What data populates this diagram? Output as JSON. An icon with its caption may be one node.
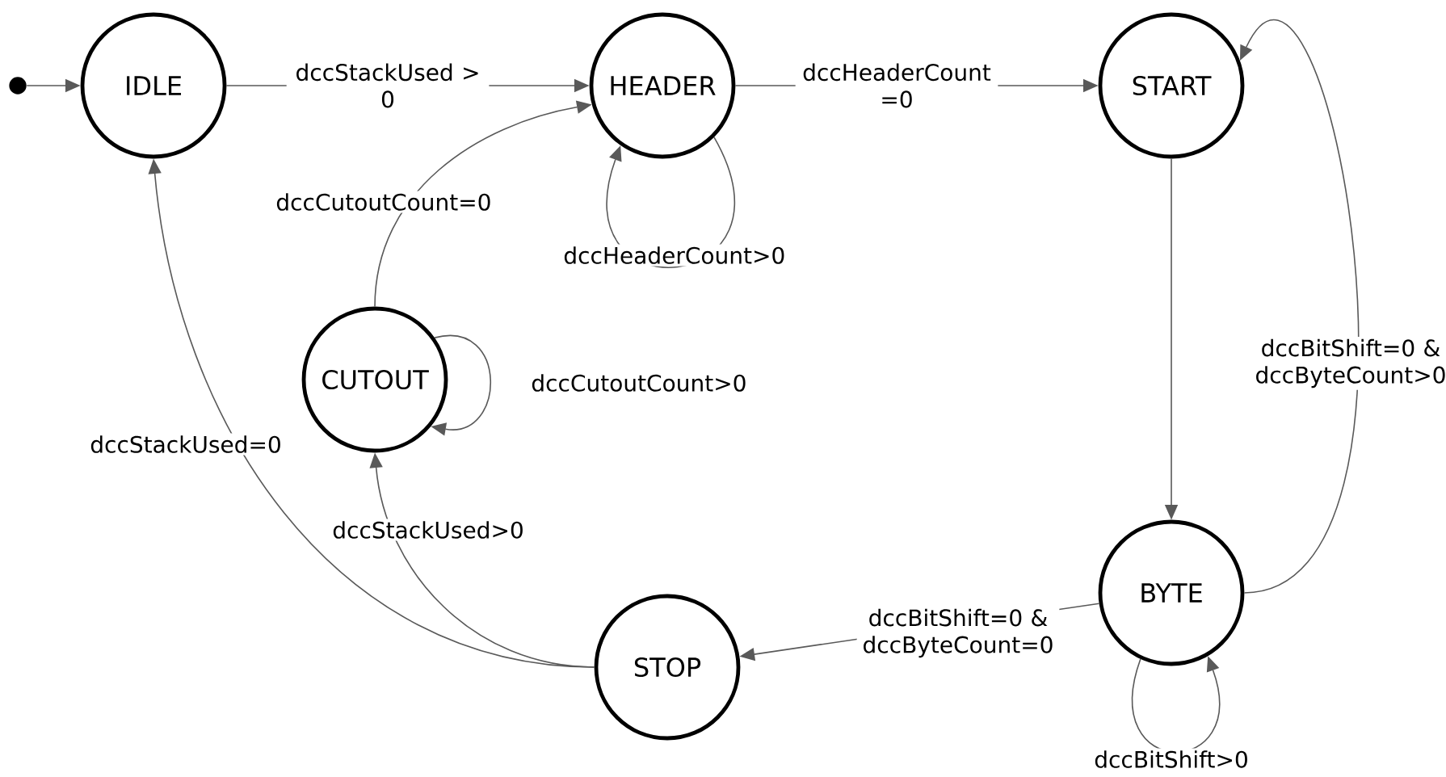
{
  "diagram": {
    "nodes": [
      {
        "text": [],
        "shape": "circle"
      },
      {
        "text": [
          "IDLE"
        ]
      },
      {
        "text": [
          "HEADER"
        ]
      },
      {
        "text": [
          "START"
        ]
      },
      {
        "text": [
          "CUTOUT"
        ]
      },
      {
        "text": [
          "BYTE"
        ]
      },
      {
        "text": [
          "STOP"
        ]
      }
    ],
    "edges": [
      {
        "from": 0,
        "to": 1,
        "arrow": "to"
      },
      {
        "from": 1,
        "to": 2,
        "arrow": "to",
        "label": "dccStackUsed > 0"
      },
      {
        "from": 2,
        "to": 3,
        "arrow": "to",
        "label": "dccHeaderCount =0"
      },
      {
        "from": 2,
        "to": 2,
        "arrow": "to",
        "label": "dccHeaderCount>0"
      },
      {
        "from": 4,
        "to": 2,
        "arrow": "to",
        "label": "dccCutoutCount=0"
      },
      {
        "from": 4,
        "to": 4,
        "arrow": "to",
        "label": "dccCutoutCount>0"
      },
      {
        "from": 3,
        "to": 5,
        "arrow": "to"
      },
      {
        "from": 5,
        "to": 3,
        "arrow": "to",
        "label": "dccBitShift=0 & dccByteCount>0"
      },
      {
        "from": 5,
        "to": 5,
        "arrow": "to",
        "label": "dccBitShift>0"
      },
      {
        "from": 5,
        "to": 6,
        "arrow": "to",
        "label": "dccBitShift=0 & dccByteCount=0"
      },
      {
        "from": 6,
        "to": 4,
        "arrow": "to",
        "label": "dccStackUsed>0"
      },
      {
        "from": 6,
        "to": 1,
        "arrow": "to",
        "label": "dccStackUsed=0"
      }
    ]
  }
}
